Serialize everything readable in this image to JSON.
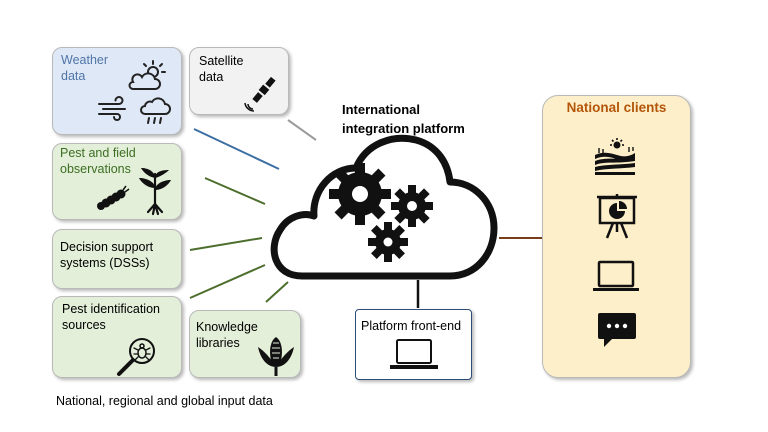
{
  "inputs": {
    "weather": "Weather\ndata",
    "satellite": "Satellite\ndata",
    "pest_field": "Pest and field\nobservations",
    "dss": "Decision support\nsystems (DSSs)",
    "pest_id": "Pest identification\nsources",
    "knowledge": "Knowledge\nlibraries"
  },
  "footer_caption": "National, regional and global input data",
  "platform": {
    "title": "International\nintegration platform"
  },
  "frontend": {
    "label": "Platform front-end"
  },
  "clients": {
    "title": "National clients"
  },
  "colors": {
    "weather_fill": "#dfe8f6",
    "green_fill": "#e3efd9",
    "satellite_fill": "#f2f2f2",
    "clients_fill": "#fdefc9",
    "clients_title": "#b4560a",
    "line_blue": "#3c6ea3",
    "line_green": "#4d6e2d",
    "line_gray": "#9b9b9b",
    "line_brown": "#7a3d1a"
  },
  "icons": [
    "sun-cloud-icon",
    "wind-icon",
    "rain-cloud-icon",
    "satellite-icon",
    "caterpillar-icon",
    "plant-icon",
    "magnifier-bug-icon",
    "corn-icon",
    "cloud-icon",
    "gears-icon",
    "laptop-icon",
    "field-sun-icon",
    "presentation-board-icon",
    "chat-bubble-icon"
  ]
}
